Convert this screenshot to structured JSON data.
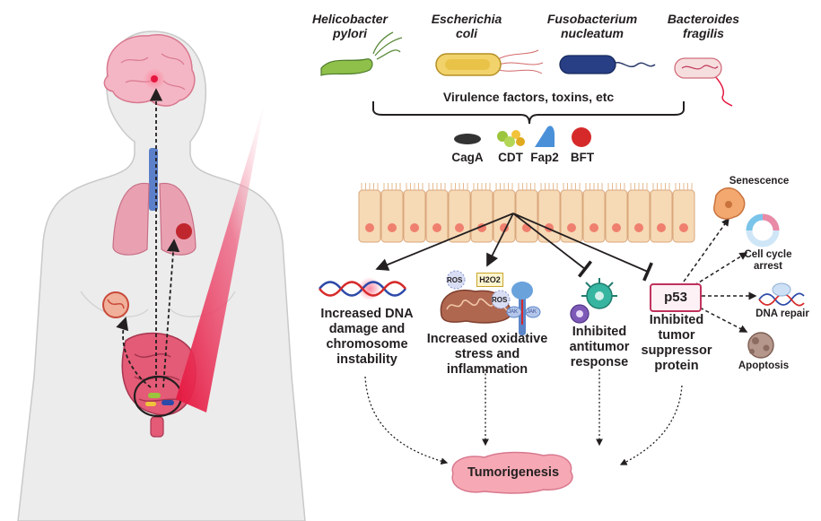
{
  "bacteria": [
    {
      "genus": "Helicobacter",
      "species": "pylori"
    },
    {
      "genus": "Escherichia",
      "species": "coli"
    },
    {
      "genus": "Fusobacterium",
      "species": "nucleatum"
    },
    {
      "genus": "Bacteroides",
      "species": "fragilis"
    }
  ],
  "virulence_label": "Virulence factors, toxins, etc",
  "toxins": [
    {
      "label": "CagA",
      "color": "#333333"
    },
    {
      "label": "CDT",
      "color": "#9bc53d"
    },
    {
      "label": "Fap2",
      "color": "#4a90d9"
    },
    {
      "label": "BFT",
      "color": "#d62a2a"
    }
  ],
  "effects": {
    "dna": [
      "Increased DNA",
      "damage and",
      "chromosome",
      "instability"
    ],
    "oxidative": [
      "Increased oxidative",
      "stress and inflammation"
    ],
    "antitumor": [
      "Inhibited",
      "antitumor",
      "response"
    ],
    "suppressor": [
      "Inhibited",
      "tumor",
      "suppressor",
      "protein"
    ]
  },
  "small_labels": {
    "ros": "ROS",
    "h2o2": "H2O2",
    "jak": "JAK"
  },
  "p53": {
    "label": "p53",
    "outcomes": {
      "senescence": [
        "Senescence"
      ],
      "cell_cycle": [
        "Cell cycle",
        "arrest"
      ],
      "dna_repair": [
        "DNA repair"
      ],
      "apoptosis": [
        "Apoptosis"
      ]
    }
  },
  "outcome": "Tumorigenesis",
  "colors": {
    "accent_red": "#e5173f",
    "cell": "#f6d9b5",
    "nucleus": "#ef7f6e",
    "organ_pink": "#f2a7b8",
    "body": "#ececec",
    "p53_border": "#c0325c"
  }
}
